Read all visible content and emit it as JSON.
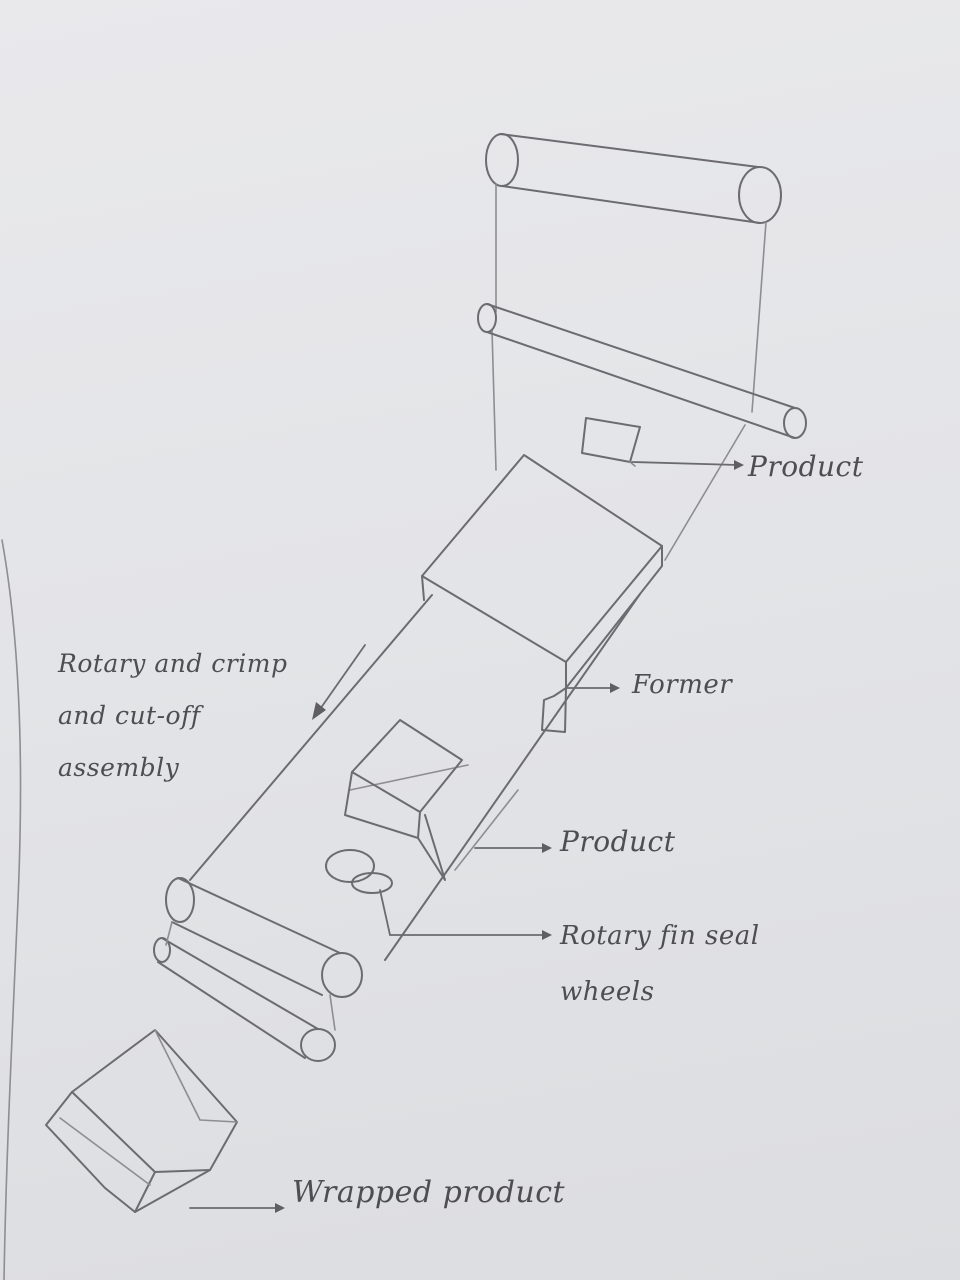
{
  "labels": {
    "product_top": "Product",
    "former": "Former",
    "rotary_crimp": "Rotary and crimp\nand cut-off\nassembly",
    "product_mid": "Product",
    "fin_seal": "Rotary fin seal\nwheels",
    "wrapped_product": "Wrapped product"
  }
}
